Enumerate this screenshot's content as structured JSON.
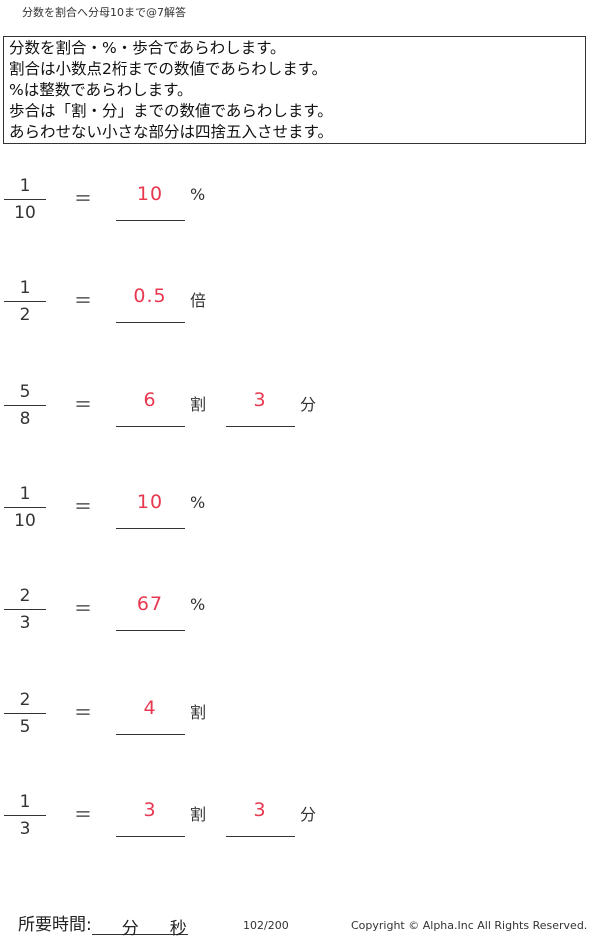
{
  "header": {
    "title": "分数を割合へ分母10まで@7解答"
  },
  "instructions": [
    "分数を割合・%・歩合であらわします。",
    "割合は小数点2桁までの数値であらわします。",
    "%は整数であらわします。",
    "歩合は「割・分」までの数値であらわします。",
    "あらわせない小さな部分は四捨五入させます。"
  ],
  "equals": "＝",
  "problems": [
    {
      "num": "1",
      "den": "10",
      "ans1": "10",
      "unit1": "%",
      "ans2": "",
      "unit2": ""
    },
    {
      "num": "1",
      "den": "2",
      "ans1": "0.5",
      "unit1": "倍",
      "ans2": "",
      "unit2": ""
    },
    {
      "num": "5",
      "den": "8",
      "ans1": "6",
      "unit1": "割",
      "ans2": "3",
      "unit2": "分"
    },
    {
      "num": "1",
      "den": "10",
      "ans1": "10",
      "unit1": "%",
      "ans2": "",
      "unit2": ""
    },
    {
      "num": "2",
      "den": "3",
      "ans1": "67",
      "unit1": "%",
      "ans2": "",
      "unit2": ""
    },
    {
      "num": "2",
      "den": "5",
      "ans1": "4",
      "unit1": "割",
      "ans2": "",
      "unit2": ""
    },
    {
      "num": "1",
      "den": "3",
      "ans1": "3",
      "unit1": "割",
      "ans2": "3",
      "unit2": "分"
    }
  ],
  "footer": {
    "time_label": "所要時間:",
    "minutes_label": "分",
    "seconds_label": "秒",
    "page_number": "102/200",
    "copyright": "Copyright ©  Alpha.Inc All Rights Reserved."
  },
  "colors": {
    "answer": "#e8384f",
    "text": "#222222"
  }
}
